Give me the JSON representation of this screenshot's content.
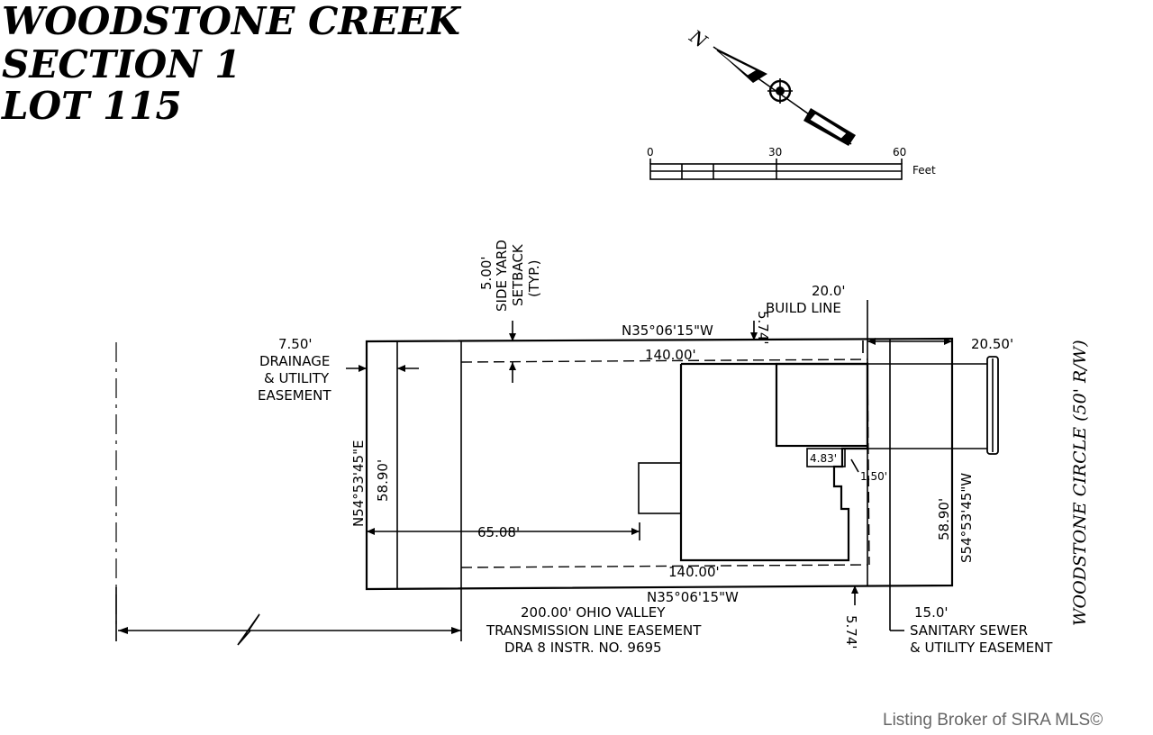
{
  "title": {
    "line1": "WOODSTONE CREEK",
    "line2": "SECTION 1",
    "line3": "LOT 115"
  },
  "north": {
    "label": "N"
  },
  "scale": {
    "tick_0": "0",
    "tick_30": "30",
    "tick_60": "60",
    "unit": "Feet"
  },
  "labels": {
    "setback_1": "5.00'",
    "setback_2": "SIDE YARD",
    "setback_3": "SETBACK",
    "setback_4": "(TYP.)",
    "top_574": "5.74'",
    "build_line_1": "20.0'",
    "build_line_2": "BUILD LINE",
    "top_bearing": "N35°06'15\"W",
    "top_140": "140.00'",
    "right_2050": "20.50'",
    "drainage_1": "7.50'",
    "drainage_2": "DRAINAGE",
    "drainage_3": "& UTILITY",
    "drainage_4": "EASEMENT",
    "left_bearing": "N54°53'45\"E",
    "left_5890": "58.90'",
    "right_5890": "58.90'",
    "right_bearing": "S54°53'45\"W",
    "dim_483": "4.83'",
    "dim_150": "1.50'",
    "dim_6508": "65.08'",
    "bottom_140": "140.00'",
    "bottom_bearing": "N35°06'15\"W",
    "ohio_1": "200.00' OHIO VALLEY",
    "ohio_2": "TRANSMISSION LINE EASEMENT",
    "ohio_3": "DRA 8 INSTR. NO. 9695",
    "bottom_574": "5.74'",
    "sewer_1": "15.0'",
    "sewer_2": "SANITARY SEWER",
    "sewer_3": "& UTILITY EASEMENT",
    "road": "WOODSTONE CIRCLE (50' R/W)"
  },
  "footer": {
    "credit": "Listing Broker of SIRA MLS©"
  }
}
